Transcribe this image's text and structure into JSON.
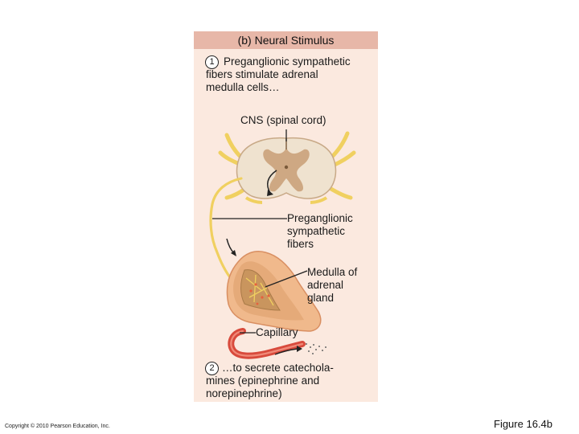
{
  "panel": {
    "title": "(b) Neural Stimulus",
    "step1": {
      "number": "1",
      "lines": [
        "Preganglionic sympathetic",
        "fibers stimulate adrenal",
        "medulla cells…"
      ]
    },
    "step2": {
      "number": "2",
      "lines": [
        "…to secrete catechola-",
        "mines (epinephrine and",
        "norepinephrine)"
      ]
    }
  },
  "labels": {
    "cns": "CNS (spinal cord)",
    "preganglionic": [
      "Preganglionic",
      "sympathetic",
      "fibers"
    ],
    "medulla": [
      "Medulla of",
      "adrenal",
      "gland"
    ],
    "capillary": "Capillary"
  },
  "colors": {
    "panel_bg": "#fbe9df",
    "title_bar": "#e7b7a8",
    "spinal_white_matter": "#efe2cf",
    "spinal_gray_matter": "#caa27a",
    "nerve": "#f0d060",
    "adrenal_cortex": "#f0b98c",
    "adrenal_medulla": "#c9955e",
    "capillary": "#d84a3c"
  },
  "footer": {
    "copyright": "Copyright © 2010 Pearson Education, Inc.",
    "figure": "Figure 16.4b"
  }
}
